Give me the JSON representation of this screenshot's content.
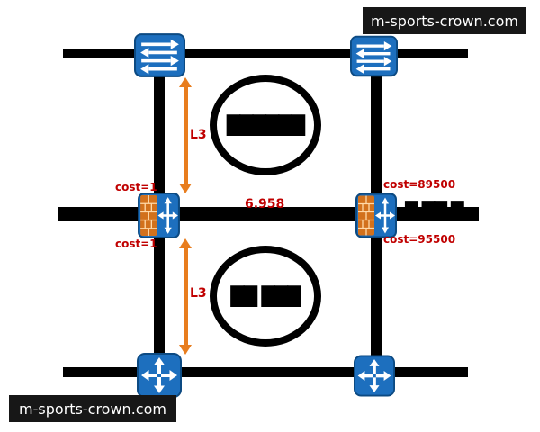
{
  "watermarks": {
    "top_right": "m-sports-crown.com",
    "bottom_left": "m-sports-crown.com"
  },
  "links": {
    "l3_top": "L3",
    "l3_bottom": "L3",
    "center_cost": "6.958"
  },
  "costs": {
    "left_top": "cost=1",
    "left_bottom": "cost=1",
    "right_top": "cost=89500",
    "right_bottom": "cost=95500"
  },
  "obscured": {
    "circle_top": "██████",
    "circle_bottom": "██ ███",
    "right_link": "█ ██ █"
  },
  "icons": {
    "top_left": "switch-icon",
    "top_right": "switch-icon",
    "mid_left": "firewall-icon",
    "mid_right": "firewall-icon",
    "bottom_left": "router-icon",
    "bottom_right": "router-icon"
  },
  "colors": {
    "device_blue": "#1d6fbe",
    "device_border": "#0c4a82",
    "brick_orange": "#d2711c",
    "link_orange": "#e87d1e",
    "label_red": "#c00000",
    "line_black": "#000000",
    "watermark_bg": "#171717"
  }
}
